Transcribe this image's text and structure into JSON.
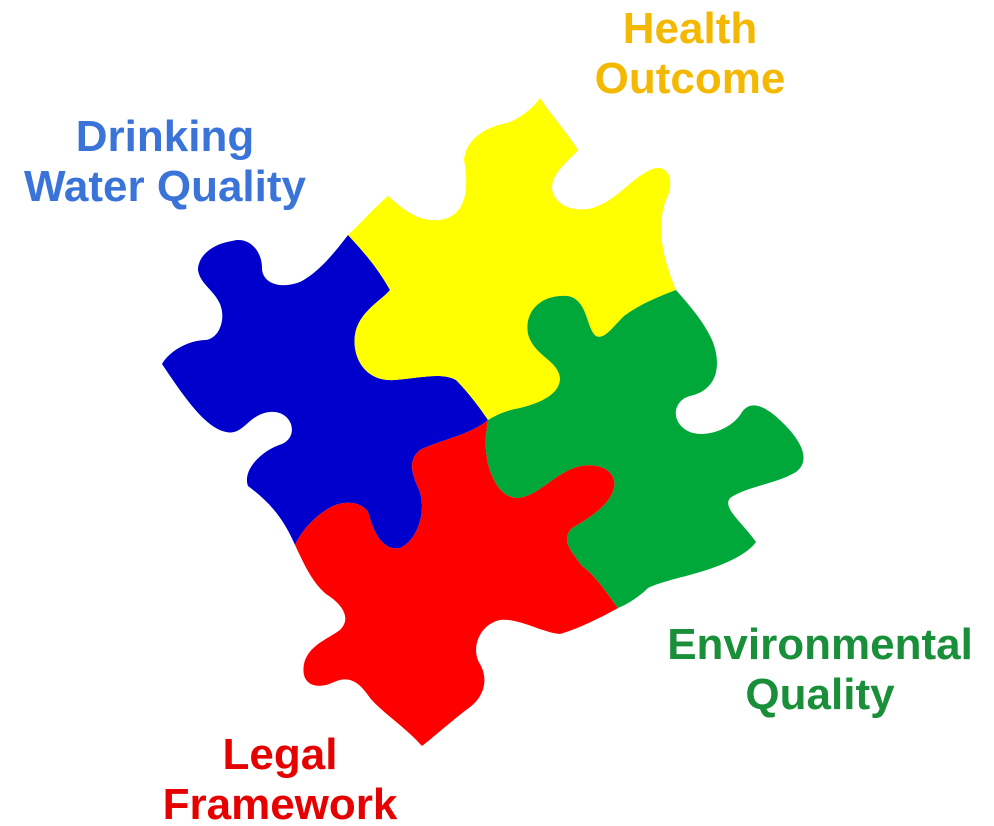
{
  "colors": {
    "blue_piece": "#0000cc",
    "yellow_piece": "#ffff00",
    "green_piece": "#00a83a",
    "red_piece": "#ff0000",
    "blue_label": "#3a74d8",
    "yellow_label": "#f5b800",
    "green_label": "#1a8f3a",
    "red_label": "#e60000"
  },
  "labels": {
    "health": {
      "line1": "Health",
      "line2": "Outcome"
    },
    "drinking_water": {
      "line1": "Drinking",
      "line2": "Water Quality"
    },
    "environmental": {
      "line1": "Environmental",
      "line2": "Quality"
    },
    "legal": {
      "line1": "Legal",
      "line2": "Framework"
    }
  }
}
